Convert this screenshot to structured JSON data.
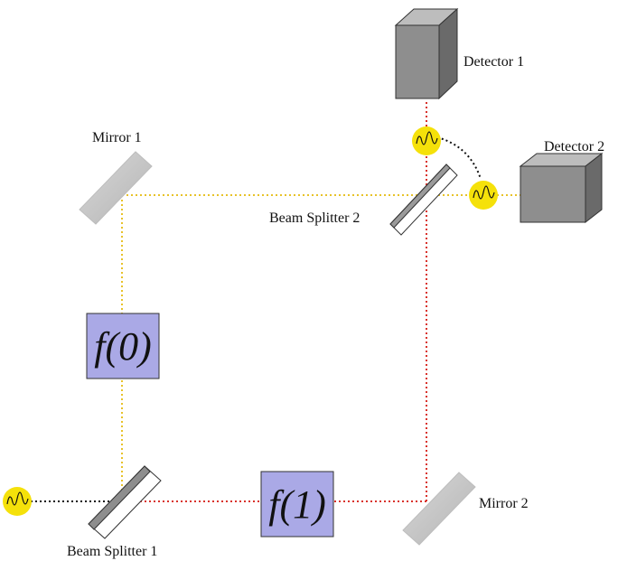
{
  "labels": {
    "detector1": "Detector 1",
    "detector2": "Detector 2",
    "mirror1": "Mirror 1",
    "mirror2": "Mirror 2",
    "splitter1": "Beam Splitter 1",
    "splitter2": "Beam Splitter 2",
    "oracle0": "f(0)",
    "oracle1": "f(1)"
  },
  "colors": {
    "path_yellow": "#e8c22a",
    "path_red": "#d9322b",
    "path_black": "#111111",
    "photon_fill": "#f5e10a",
    "oracle_fill": "#aaa9e6",
    "detector_front": "#8e8e8e",
    "detector_top": "#bdbdbd",
    "detector_side": "#6a6a6a",
    "mirror_fill": "#c6c6c6"
  }
}
